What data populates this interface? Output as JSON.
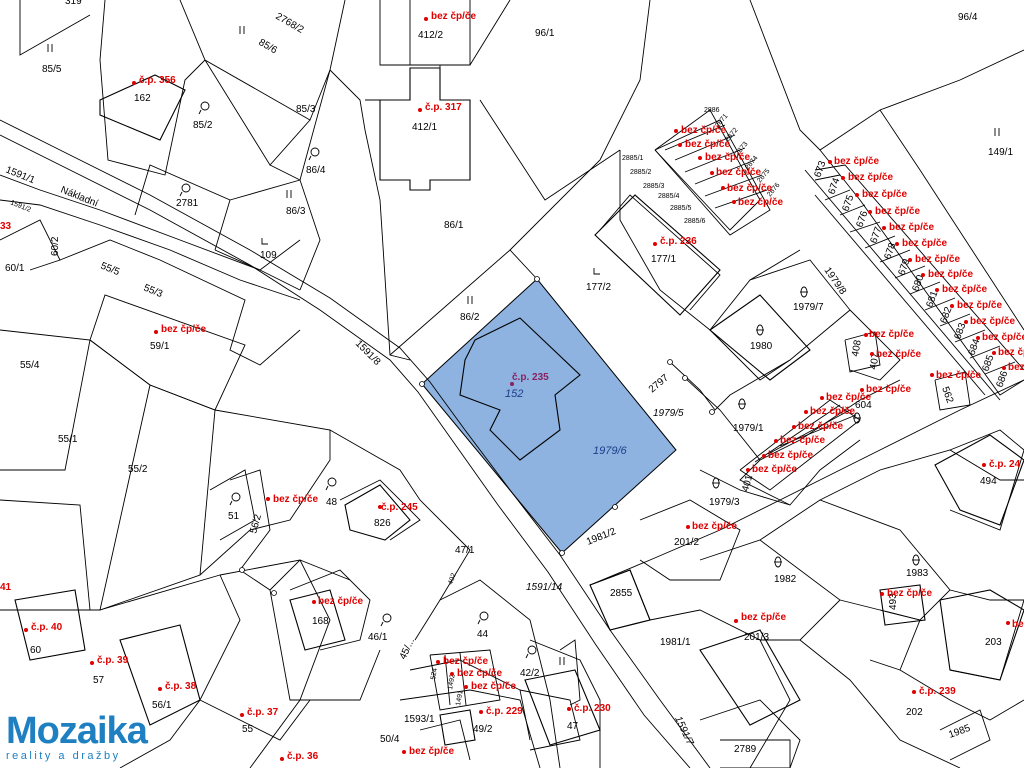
{
  "map": {
    "highlight_color": "#8eb3e0",
    "parcel_line_color": "#000000",
    "building_label_color": "#e00000",
    "selected_parcel_number": "1979/6",
    "selected_building_number": "152",
    "selected_building_cp": "č.p. 235",
    "parcels": {
      "p319": "319",
      "p85_5": "85/5",
      "p2768_2": "2768/2",
      "p85_6": "85/6",
      "p412_2": "412/2",
      "p96_1": "96/1",
      "p96_4": "96/4",
      "p162": "162",
      "p85_2": "85/2",
      "p85_3": "85/3",
      "p412_1": "412/1",
      "p149_1": "149/1",
      "p1591_1": "1591/1",
      "p1591_2": "1591/2",
      "p86_4": "86/4",
      "p2781": "2781",
      "p86_3": "86/3",
      "p86_1": "86/1",
      "p109": "109",
      "p60_2": "60/2",
      "p60_1": "60/1",
      "p55_5": "55/5",
      "p55_3": "55/3",
      "p177_1": "177/1",
      "p177_2": "177/2",
      "p86_2": "86/2",
      "p59_1": "59/1",
      "p55_4": "55/4",
      "p1591_8": "1591/8",
      "p2797": "2797",
      "p1979_5": "1979/5",
      "p1979_7": "1979/7",
      "p1979_8": "1979/8",
      "p1980": "1980",
      "p408": "408",
      "p407": "407",
      "p604": "604",
      "p562": "562",
      "p1979_1": "1979/1",
      "p55_1": "55/1",
      "p55_2": "55/2",
      "p51": "51",
      "p56_2": "56/2",
      "p48": "48",
      "p826": "826",
      "p1979_3": "1979/3",
      "p401": "401",
      "p494": "494",
      "p1981_2": "1981/2",
      "p201_2": "201/2",
      "p47_1": "47/1",
      "p1591_14": "1591/14",
      "p2855": "2855",
      "p1982": "1982",
      "p1983": "1983",
      "p168": "168",
      "p46_1": "46/1",
      "p44": "44",
      "p493": "493",
      "p1981_1": "1981/1",
      "p201_3": "201/3",
      "p203": "203",
      "p60": "60",
      "p57": "57",
      "p56_1": "56/1",
      "p45": "45/...",
      "p42_2": "42/2",
      "p1593_1": "1593/1",
      "p49_2": "49/2",
      "p47": "47",
      "p202": "202",
      "p55": "55",
      "p50_4": "50/4",
      "p2789": "2789",
      "p1591_7": "1591/7",
      "p1985": "1985",
      "p524": "524",
      "p1492": "1492",
      "p1491": "1491",
      "p402": "402",
      "p2886": "2886",
      "p2871": "2871",
      "p2872": "2872",
      "p2873": "2873",
      "p2874": "2874",
      "p2875": "2875",
      "p2876": "2876",
      "p2885_1": "2885/1",
      "p2885_2": "2885/2",
      "p2885_3": "2885/3",
      "p2885_4": "2885/4",
      "p2885_5": "2885/5",
      "p2885_6": "2885/6",
      "p673": "673",
      "p674": "674",
      "p675": "675",
      "p676": "676",
      "p677": "677",
      "p678": "678",
      "p679": "679",
      "p680": "680",
      "p681": "681",
      "p682": "682",
      "p683": "683",
      "p684": "684",
      "p685": "685",
      "p686": "686"
    },
    "building_labels": {
      "bez": "bez čp/če",
      "cp356": "č.p. 356",
      "cp317": "č.p. 317",
      "cp236": "č.p. 236",
      "cp245": "č.p. 245",
      "cp239": "č.p. 239",
      "cp40": "č.p. 40",
      "cp39": "č.p. 39",
      "cp38": "č.p. 38",
      "cp37": "č.p. 37",
      "cp36": "č.p. 36",
      "cp229": "č.p. 229",
      "cp230": "č.p. 230",
      "cp24": "č.p. 24",
      "cp33": "33",
      "cp41": "41"
    },
    "street_name": "Nákladní"
  },
  "logo": {
    "name": "Mozaika",
    "tagline": "reality a dražby"
  }
}
